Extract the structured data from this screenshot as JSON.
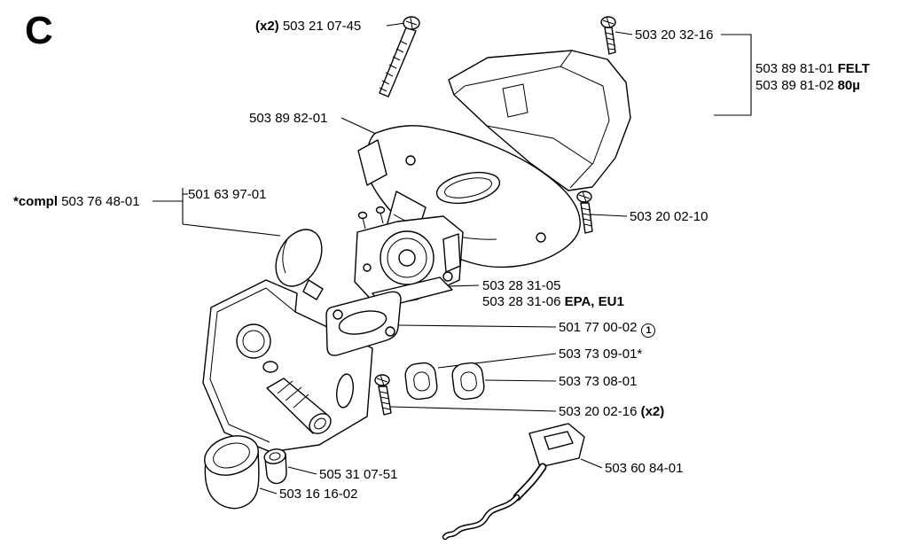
{
  "page": {
    "section_letter": "C"
  },
  "labels": {
    "screw_long": {
      "prefix": "(x2) ",
      "text": "503 21 07-45"
    },
    "cover_screw": {
      "text": "503 20 32-16"
    },
    "felt_1": {
      "text": "503 89 81-01 ",
      "suffix": "FELT"
    },
    "felt_2": {
      "text": "503 89 81-02 ",
      "suffix": "80µ"
    },
    "filter_base": {
      "text": "503 89 82-01"
    },
    "compl": {
      "prefix": "*compl ",
      "text": "503 76 48-01"
    },
    "primer_bulb": {
      "text": "501 63 97-01"
    },
    "screw_0210": {
      "text": "503 20 02-10"
    },
    "carb_1": {
      "text": "503 28 31-05"
    },
    "carb_2": {
      "text": "503 28 31-06 ",
      "suffix": "EPA, EU1"
    },
    "gasket": {
      "text": "501 77 00-02",
      "badge": "1"
    },
    "grommet_a": {
      "text": "503 73 09-01*"
    },
    "grommet_b": {
      "text": "503 73 08-01"
    },
    "screw_0216": {
      "text": "503 20 02-16 ",
      "suffix": "(x2)"
    },
    "small_part": {
      "text": "505 31 07-51"
    },
    "cylinder": {
      "text": "503 16 16-02"
    },
    "throttle": {
      "text": "503 60 84-01"
    }
  }
}
